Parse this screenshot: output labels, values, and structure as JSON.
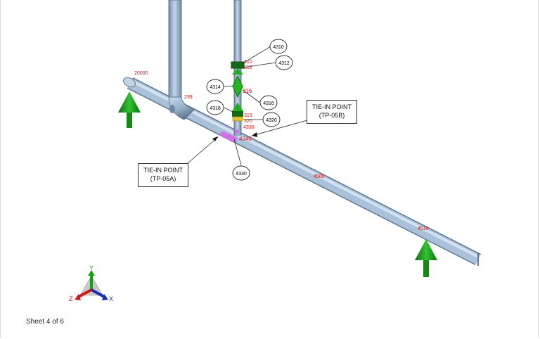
{
  "sheet": {
    "label": "Sheet 4 of 6"
  },
  "tie_in_points": [
    {
      "title": "TIE-IN POINT",
      "code": "(TP-05A)"
    },
    {
      "title": "TIE-IN POINT",
      "code": "(TP-05B)"
    }
  ],
  "node_numbers_red": {
    "n20000": "20000",
    "n239": "239",
    "n4310": "310",
    "n4312": "312",
    "n4316": "316",
    "n4319": "319",
    "n4320": "320",
    "n4330": "4330",
    "n4340": "4340",
    "n4500": "4500",
    "n4510": "4510"
  },
  "callouts": {
    "c4310": "4310",
    "c4312": "4312",
    "c4314": "4314",
    "c4316": "4316",
    "c4318": "4318",
    "c4320": "4320",
    "c4330": "4330"
  },
  "axes": {
    "y": "Y",
    "x": "X",
    "z": "Z"
  },
  "colors": {
    "pipe": "#9cb8d4",
    "pipe_edge": "#5f7790",
    "node_red": "#e01010",
    "support_green": "#1a9a1a",
    "valve_green": "#20b020",
    "tie_in_magenta": "#d070e8"
  }
}
